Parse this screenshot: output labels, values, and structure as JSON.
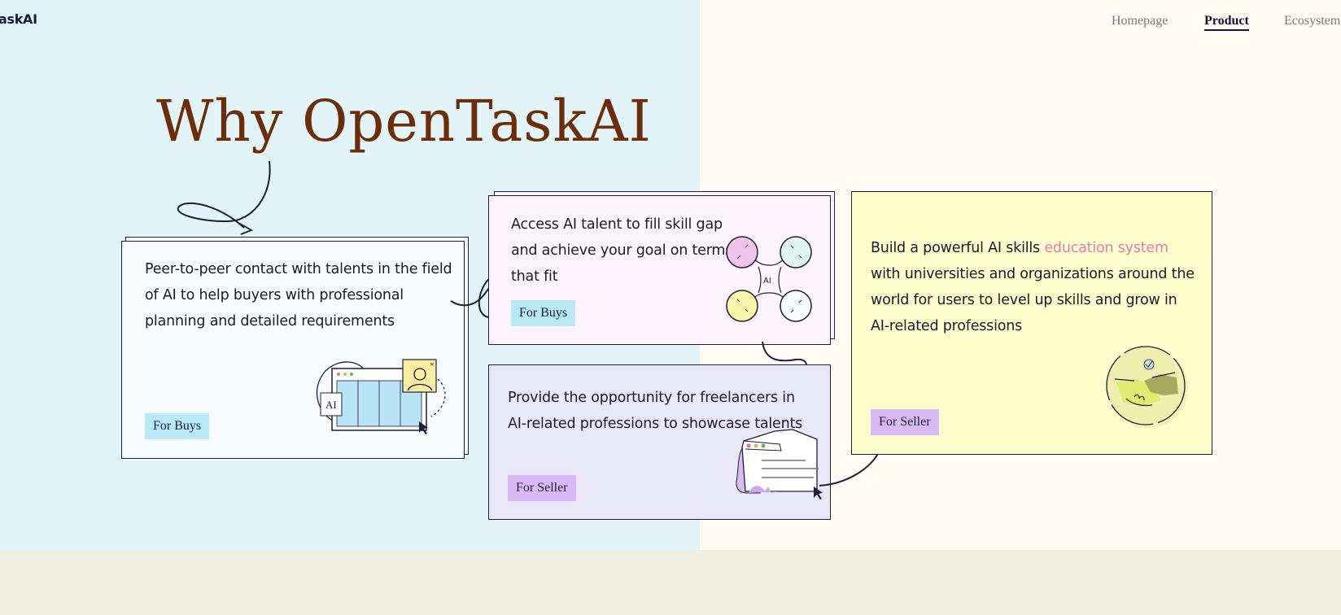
{
  "header": {
    "logo": "askAI",
    "nav": [
      {
        "label": "Homepage",
        "active": false
      },
      {
        "label": "Product",
        "active": true
      },
      {
        "label": "Ecosystem",
        "active": false
      }
    ]
  },
  "hero": {
    "title": "Why OpenTaskAI"
  },
  "cards": [
    {
      "text": "Peer-to-peer contact with talents in the field of AI to help buyers with professional planning and detailed requirements",
      "tag": "For Buys",
      "illustration_label": "AI",
      "background": "#f8fbfd"
    },
    {
      "text": "Access AI talent to fill skill gap and achieve your goal on terms that fit",
      "tag": "For Buys",
      "illustration_label": "AI",
      "background": "#fdf4fd"
    },
    {
      "text": "Provide the opportunity for freelancers in AI-related professions to showcase talents",
      "tag": "For Seller",
      "background": "#e8e8f8"
    },
    {
      "text_before": "Build a powerful AI skills ",
      "text_highlight": "education system",
      "text_after": " with universities and organizations around the world for users to level up skills and grow in AI-related professions",
      "tag": "For Seller",
      "background": "#fffdcc"
    }
  ],
  "colors": {
    "title": "#6b2d0a",
    "tag_buys": "#b9e8f7",
    "tag_seller": "#d9b9f6",
    "highlight": "#e07db5",
    "border": "#1d1f3d"
  }
}
